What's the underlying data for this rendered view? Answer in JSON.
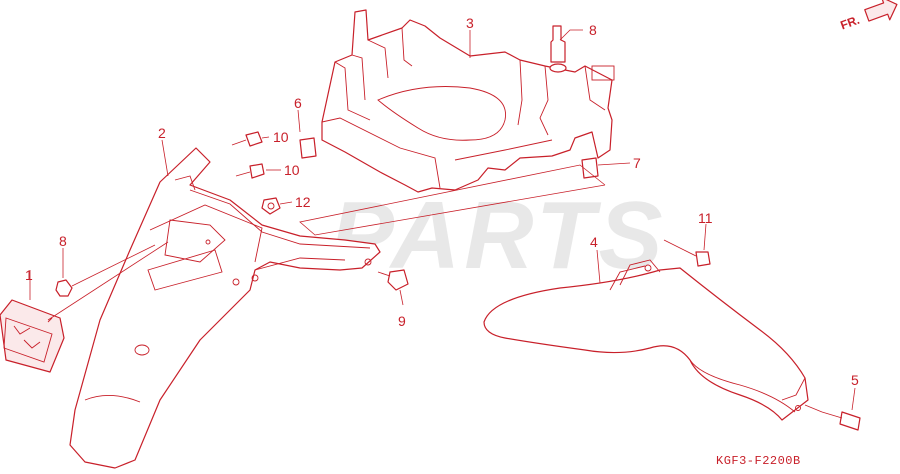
{
  "diagram": {
    "direction_label": "FR.",
    "watermark_text": "PARTS",
    "diagram_code": "KGF3-F2200B",
    "accent_color": "#c8202a",
    "callouts": {
      "c1": "1",
      "c2": "2",
      "c3": "3",
      "c4": "4",
      "c5": "5",
      "c6": "6",
      "c7": "7",
      "c8a": "8",
      "c8b": "8",
      "c9": "9",
      "c10a": "10",
      "c10b": "10",
      "c11": "11",
      "c12": "12"
    }
  }
}
